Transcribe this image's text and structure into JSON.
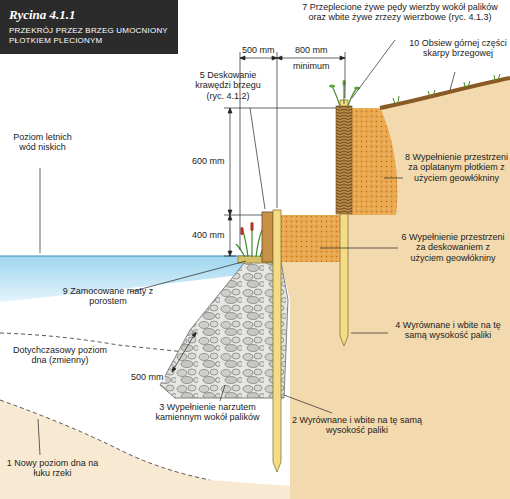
{
  "diagram": {
    "nodes": [
      {
        "text": [
          "Rycina 4.1.1",
          "PRZEKRÓJ PRZEZ BRZEG UMOCNIONY PŁOTKIEM PLECIONYM"
        ]
      }
    ],
    "labels": [
      "7 Przeplecione żywe pędy wierzby wokół palików oraz wbite żywe zrzezy wierzbowe (ryc. 4.1.3)",
      "500 mm",
      "800 mm",
      "minimum",
      "10 Obsiew górnej części skarpy brzegowej",
      "5 Deskowanie krawędzi brzegu (ryc. 4.1.2)",
      "600 mm",
      "400 mm",
      "Poziom letnich wód niskich",
      "8 Wypełnienie przestrzeni za oplatanym płotkiem z użyciem geowłókniny",
      "6 Wypełnienie przestrzeni za deskowaniem z użyciem geowłókniny",
      "9 Zamocowane maty z porostem",
      "Dotychczasowy poziom dna (zmienny)",
      "4 Wyrównane i wbite na tę samą wysokość paliki",
      "500 mm",
      "3 Wypełnienie narzutem kamiennym wokół palików",
      "2 Wyrównane i wbite na tę samą wysokość paliki",
      "1 Nowy poziom dna na łuku rzeki"
    ]
  }
}
